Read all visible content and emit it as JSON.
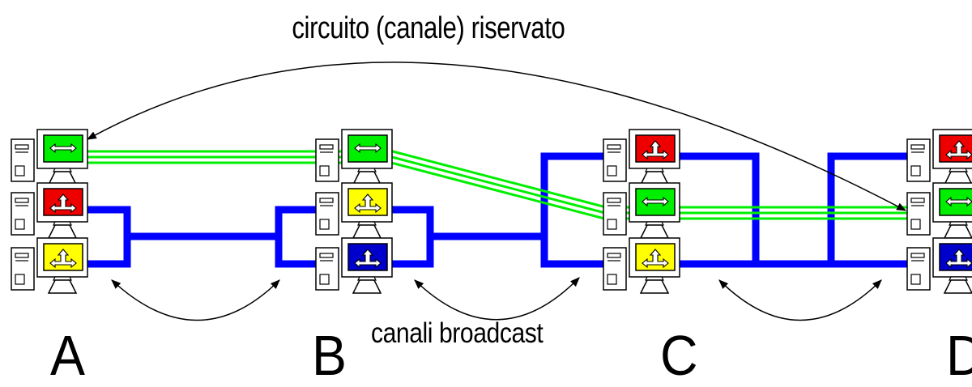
{
  "title": "circuito (canale) riservato",
  "caption": "canali broadcast",
  "nodes": [
    {
      "label": "A",
      "stations": [
        {
          "color": "#00ee00",
          "icon": "double-arrow-icon"
        },
        {
          "color": "#ee0000",
          "icon": "tee-arrow-icon"
        },
        {
          "color": "#ffff00",
          "icon": "tee-arrow-icon"
        }
      ]
    },
    {
      "label": "B",
      "stations": [
        {
          "color": "#00ee00",
          "icon": "double-arrow-icon"
        },
        {
          "color": "#ffff00",
          "icon": "tee-arrow-icon"
        },
        {
          "color": "#0000cc",
          "icon": "tee-arrow-icon"
        }
      ]
    },
    {
      "label": "C",
      "stations": [
        {
          "color": "#ee0000",
          "icon": "tee-arrow-icon"
        },
        {
          "color": "#00ee00",
          "icon": "double-arrow-icon"
        },
        {
          "color": "#ffff00",
          "icon": "tee-arrow-icon"
        }
      ]
    },
    {
      "label": "D",
      "stations": [
        {
          "color": "#ee0000",
          "icon": "tee-arrow-icon"
        },
        {
          "color": "#00ee00",
          "icon": "double-arrow-icon"
        },
        {
          "color": "#0000cc",
          "icon": "tee-arrow-icon"
        }
      ]
    }
  ],
  "colors": {
    "broadcast": "#0000ff",
    "circuit": "#00ee00",
    "outline": "#000000"
  }
}
